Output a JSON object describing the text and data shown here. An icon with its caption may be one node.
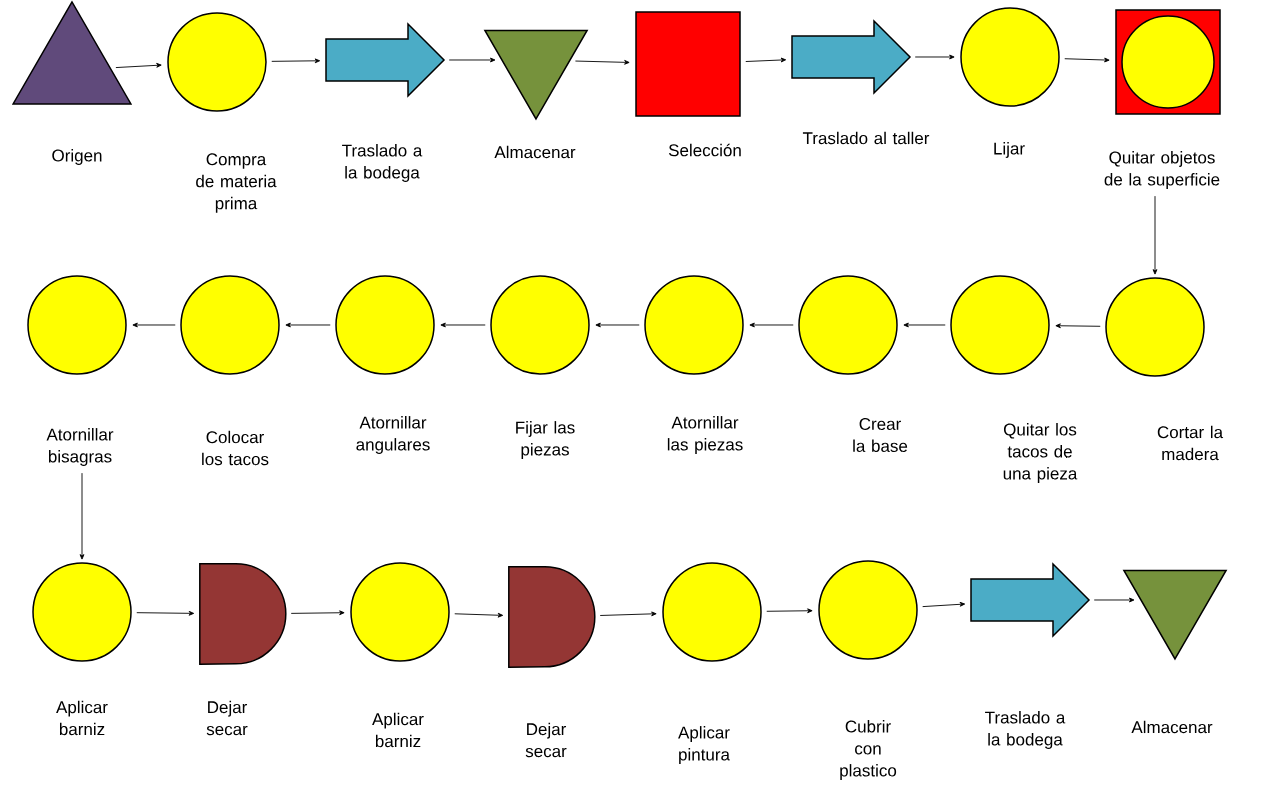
{
  "diagram": {
    "nodes": [
      {
        "text": [
          "Origen"
        ]
      },
      {
        "text": [
          "Compra de materia prima"
        ]
      },
      {
        "text": [
          "Traslado a la bodega"
        ]
      },
      {
        "text": [
          "Almacenar"
        ]
      },
      {
        "text": [
          "Selección"
        ]
      },
      {
        "text": [
          "Traslado al taller"
        ]
      },
      {
        "text": [
          "Lijar"
        ]
      },
      {
        "text": [
          "Quitar objetos de la superficie"
        ]
      },
      {
        "text": [
          "Cortar la madera"
        ]
      },
      {
        "text": [
          "Quitar los tacos de una pieza"
        ]
      },
      {
        "text": [
          "Crear la base"
        ]
      },
      {
        "text": [
          "Atornillar las piezas"
        ]
      },
      {
        "text": [
          "Fijar las piezas"
        ]
      },
      {
        "text": [
          "Atornillar angulares"
        ]
      },
      {
        "text": [
          "Colocar los tacos"
        ]
      },
      {
        "text": [
          "Atornillar bisagras"
        ]
      },
      {
        "text": [
          "Aplicar barniz"
        ]
      },
      {
        "text": [
          "Dejar secar"
        ]
      },
      {
        "text": [
          "Aplicar barniz"
        ]
      },
      {
        "text": [
          "Dejar secar"
        ]
      },
      {
        "text": [
          "Aplicar pintura"
        ]
      },
      {
        "text": [
          "Cubrir con plastico"
        ]
      },
      {
        "text": [
          "Traslado a la bodega"
        ]
      },
      {
        "text": [
          "Almacenar"
        ]
      }
    ],
    "edges": [
      {
        "from": 0,
        "to": 1,
        "arrow": "to"
      },
      {
        "from": 1,
        "to": 2,
        "arrow": "to"
      },
      {
        "from": 2,
        "to": 3,
        "arrow": "to"
      },
      {
        "from": 3,
        "to": 4,
        "arrow": "to"
      },
      {
        "from": 4,
        "to": 5,
        "arrow": "to"
      },
      {
        "from": 5,
        "to": 6,
        "arrow": "to"
      },
      {
        "from": 6,
        "to": 7,
        "arrow": "to"
      },
      {
        "from": 7,
        "to": 8,
        "arrow": "to"
      },
      {
        "from": 8,
        "to": 9,
        "arrow": "to"
      },
      {
        "from": 9,
        "to": 10,
        "arrow": "to"
      },
      {
        "from": 10,
        "to": 11,
        "arrow": "to"
      },
      {
        "from": 11,
        "to": 12,
        "arrow": "to"
      },
      {
        "from": 12,
        "to": 13,
        "arrow": "to"
      },
      {
        "from": 13,
        "to": 14,
        "arrow": "to"
      },
      {
        "from": 14,
        "to": 15,
        "arrow": "to"
      },
      {
        "from": 15,
        "to": 16,
        "arrow": "to"
      },
      {
        "from": 16,
        "to": 17,
        "arrow": "to"
      },
      {
        "from": 17,
        "to": 18,
        "arrow": "to"
      },
      {
        "from": 18,
        "to": 19,
        "arrow": "to"
      },
      {
        "from": 19,
        "to": 20,
        "arrow": "to"
      },
      {
        "from": 20,
        "to": 21,
        "arrow": "to"
      },
      {
        "from": 21,
        "to": 22,
        "arrow": "to"
      },
      {
        "from": 22,
        "to": 23,
        "arrow": "to"
      }
    ]
  }
}
